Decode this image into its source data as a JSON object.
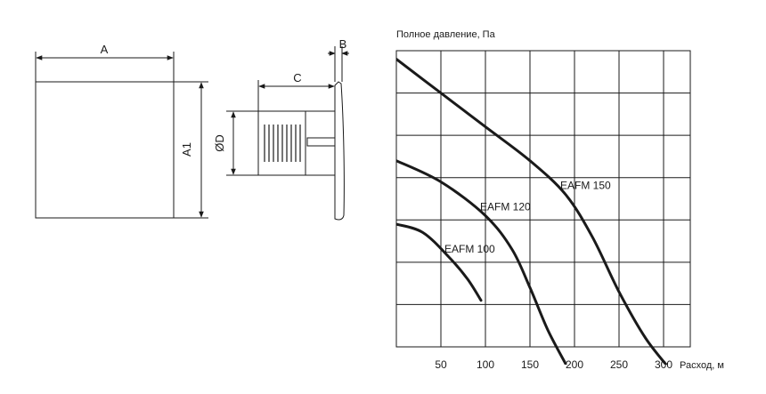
{
  "drawing": {
    "dim_a": "A",
    "dim_a1": "A1",
    "dim_b": "B",
    "dim_c": "C",
    "dim_d": "ØD"
  },
  "chart_data": {
    "type": "line",
    "ylabel": "Полное давление, Па",
    "xlabel": "Расход, м",
    "xlim": [
      0,
      330
    ],
    "ylim": [
      0,
      7
    ],
    "x_ticks": [
      50,
      100,
      150,
      200,
      250,
      300
    ],
    "grid": true,
    "series": [
      {
        "name": "EAFM 150",
        "x": [
          0,
          50,
          100,
          150,
          190,
          220,
          250,
          280,
          310
        ],
        "y": [
          6.8,
          6.0,
          5.2,
          4.4,
          3.6,
          2.6,
          1.3,
          0.2,
          -0.6
        ]
      },
      {
        "name": "EAFM 120",
        "x": [
          0,
          50,
          100,
          130,
          150,
          170,
          190
        ],
        "y": [
          4.4,
          3.9,
          3.1,
          2.3,
          1.4,
          0.4,
          -0.4
        ]
      },
      {
        "name": "EAFM 100",
        "x": [
          0,
          30,
          60,
          80,
          95
        ],
        "y": [
          2.9,
          2.7,
          2.1,
          1.6,
          1.1
        ]
      }
    ]
  }
}
